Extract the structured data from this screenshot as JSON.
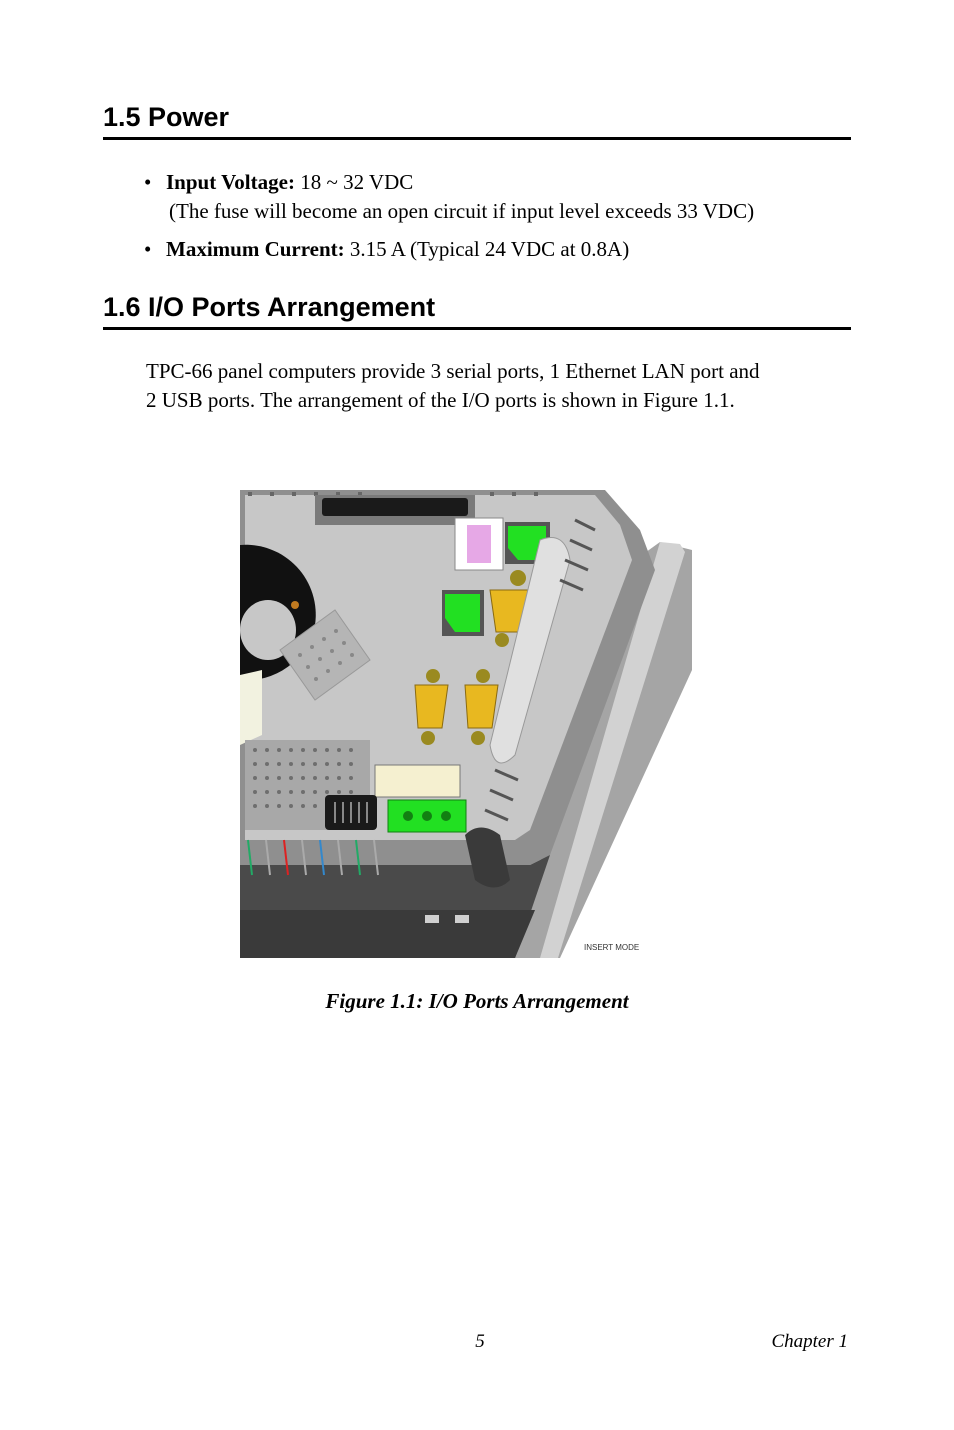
{
  "section_power": {
    "heading": "1.5  Power",
    "bullets": [
      {
        "label": "Input Voltage:",
        "value": " 18 ~ 32 VDC",
        "note": "(The fuse will become an open circuit if input level exceeds 33 VDC)"
      },
      {
        "label": "Maximum Current:",
        "value": " 3.15 A (Typical 24 VDC at 0.8A)"
      }
    ]
  },
  "section_io": {
    "heading": "1.6  I/O Ports Arrangement",
    "paragraph_lines": [
      "TPC-66 panel computers provide 3 serial ports, 1 Ethernet LAN port and",
      "2 USB ports.  The arrangement of the I/O ports is shown in Figure 1.1."
    ]
  },
  "figure": {
    "inset_label": "INSERT MODE",
    "caption": "Figure 1.1: I/O Ports Arrangement",
    "colors": {
      "usb": "#22e022",
      "serial": "#e8b820",
      "pink_port": "#e6a8e6",
      "chassis": "#8f8f8f",
      "panel": "#c7c7c7"
    }
  },
  "footer": {
    "page_number": "5",
    "chapter": "Chapter 1"
  }
}
